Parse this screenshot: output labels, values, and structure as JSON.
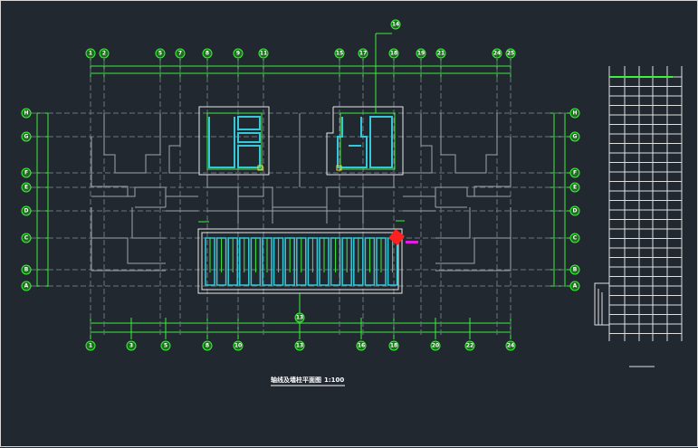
{
  "drawing": {
    "title": "轴线及墙柱平面图",
    "scale": "1:100",
    "top_axes": [
      "1",
      "2",
      "5",
      "7",
      "8",
      "9",
      "11",
      "15",
      "17",
      "18",
      "19",
      "21",
      "24",
      "25"
    ],
    "bottom_axes": [
      "1",
      "3",
      "5",
      "8",
      "10",
      "13",
      "16",
      "18",
      "20",
      "22",
      "24"
    ],
    "row_axes": [
      "H",
      "G",
      "F",
      "E",
      "D",
      "C",
      "B",
      "A"
    ],
    "tag_top": "14",
    "tag_bottom": "13",
    "colors": {
      "background": "#212830",
      "axis_bubble": "#3cf03c",
      "dimension": "#3cf03c",
      "wall": "#9aa3ab",
      "column": "#36c8d8",
      "marker": "#ff2020",
      "magenta_label": "#e020e0"
    }
  }
}
